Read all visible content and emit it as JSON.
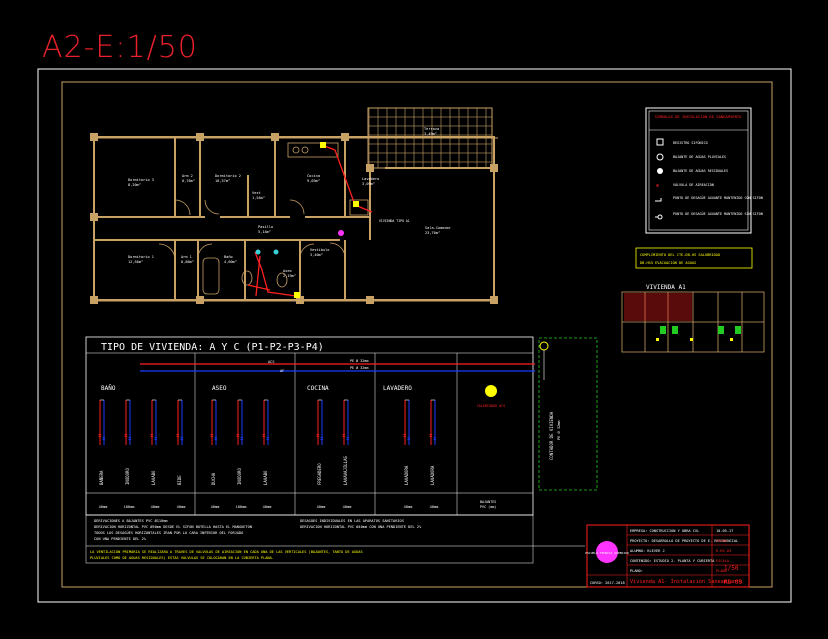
{
  "sheet": {
    "title": "A2-E:1/50"
  },
  "plan": {
    "rooms": [
      {
        "id": "dorm2",
        "name": "Dormitorio 2",
        "area": "10,57m²"
      },
      {
        "id": "dorm3",
        "name": "Dormitorio 3",
        "area": "8,20m²"
      },
      {
        "id": "arm2",
        "name": "Arm 2",
        "area": "0,76m²"
      },
      {
        "id": "vest",
        "name": "Vest",
        "area": "1,54m²"
      },
      {
        "id": "cocina",
        "name": "Cocina",
        "area": "9,03m²"
      },
      {
        "id": "lavadero",
        "name": "Lavadero",
        "area": "3,09m²"
      },
      {
        "id": "terraza",
        "name": "Terraza",
        "area": "3,49m²"
      },
      {
        "id": "pasillo",
        "name": "Pasillo",
        "area": "5,14m²"
      },
      {
        "id": "sala",
        "name": "Sala-Comedor",
        "area": "23,70m²"
      },
      {
        "id": "dorm1",
        "name": "Dormitorio 1",
        "area": "12,50m²"
      },
      {
        "id": "arm1",
        "name": "Arm 1",
        "area": "0,86m²"
      },
      {
        "id": "bano",
        "name": "Baño",
        "area": "4,60m²"
      },
      {
        "id": "aseo",
        "name": "Aseo",
        "area": "2,19m²"
      },
      {
        "id": "vestibulo",
        "name": "Vestíbulo",
        "area": "3,40m²"
      }
    ]
  },
  "legend": {
    "title": "SIMBOLOS DE INSTALACION DE SANEAMIENTO",
    "items": [
      {
        "icon": "registro-icon",
        "label": "REGISTRO SIFÓNICO"
      },
      {
        "icon": "bajante-pluviales-icon",
        "label": "BAJANTE DE AGUAS PLUVIALES"
      },
      {
        "icon": "bajante-residuales-icon",
        "label": "BAJANTE DE AGUAS RESIDUALES"
      },
      {
        "icon": "valvula-aireacion-icon",
        "label": "VÁLVULA DE AIREACIÓN"
      },
      {
        "icon": "punto-desague-icon",
        "label": "PUNTO DE DESAGÜE AGUANTE MANTENIDO CON SIFON"
      },
      {
        "icon": "punto-desague-2-icon",
        "label": "PUNTO DE DESAGÜE AGUANTE MANTENIDO SIN SIFON"
      }
    ],
    "note_title": "CUMPLIMIENTO DEL CTE-DB-HS SALUBRIDAD",
    "note_sub": "DB-HS5 EVACUACIÓN DE AGUAS"
  },
  "keyplan": {
    "title": "VIVIENDA A1"
  },
  "schema": {
    "title": "TIPO DE VIVIENDA: A Y C (P1-P2-P3-P4)",
    "supply": {
      "acs": "ACS",
      "af": "AF",
      "pipe_cold": "PE Ø 32mm",
      "pipe_hot": "PE Ø 32mm"
    },
    "groups": [
      {
        "id": "bano",
        "name": "BAÑO",
        "fixtures": [
          "BAÑERA",
          "INODORO",
          "LAVABO",
          "BIDE"
        ],
        "bases": [
          "40mm",
          "100mm",
          "40mm",
          "40mm"
        ]
      },
      {
        "id": "aseo",
        "name": "ASEO",
        "fixtures": [
          "DUCHA",
          "INODORO",
          "LAVABO"
        ],
        "bases": [
          "40mm",
          "100mm",
          "40mm"
        ]
      },
      {
        "id": "cocina",
        "name": "COCINA",
        "fixtures": [
          "FREGADERO",
          "LAVAVAJILLAS"
        ],
        "bases": [
          "40mm",
          "40mm"
        ]
      },
      {
        "id": "lavadero",
        "name": "LAVADERO",
        "fixtures": [
          "LAVADORA",
          "LAVADORA"
        ],
        "bases": [
          "40mm",
          "40mm"
        ]
      }
    ],
    "heater": {
      "label": "CALENTADOR ACS"
    },
    "meter": {
      "label": "CONTADOR DE VIVIENDA",
      "sub": "PE Ø 32mm"
    },
    "bajantes": {
      "label": "BAJANTES",
      "sub": "PVC (mm)"
    }
  },
  "notes": {
    "left": [
      "DERIVACIONES A BAJANTES PVC Ø110mm",
      "DERIVACION HORIZONTAL PVC Ø50mm DESDE EL SIFON BOTELLA HASTA EL MANGUETON",
      "TODOS LOS DESAGÜES HORIZONTALES IRAN POR LA CARA INFERIOR DEL FORJADO",
      "CON UNA PENDIENTE DEL 2%"
    ],
    "right": [
      "DESAGÜES INDIVIDUALES EN LAS APARATOS SANITARIOS",
      "DERIVACION HORIZONTAL PVC Ø40mm CON UNA PENDIENTE DEL 2%"
    ],
    "bottom": [
      "LA VENTILACION PRIMARIA SE REALIZARA A TRAVES DE VALVULAS DE AIREACION EN CADA UNA DE LAS VERTICALES (BAJANTES, TANTO DE AGUAS",
      "PLUVIALES COMO DE AGUAS RESIDUALES) ESTAS VALVULAS SE COLOCARAN EN LA CUBIERTA PLANA."
    ]
  },
  "titleblock": {
    "company_label": "EMPRESA",
    "company": "EMPRESA: CONSTRUCCION Y OBRA CVL",
    "project": "PROYECTO: DESARROLLO DE PROYECTO DE E. RESIDENCIAL",
    "student": "ALUMNO: KLEVER J",
    "content": "CONTENIDO: ESTUDIO 2. PLANTA Y CUBIERTA",
    "plane_label": "PLANO:",
    "plane_name": "Vivienda A1- Instalación Saneamiento",
    "date": "10-05-17",
    "date_label": "FECHA",
    "scale_label": "ESCALA",
    "scale": "1/50",
    "sheet_label": "PLANO",
    "sheet_no": "RS-05",
    "course": "CURSO: 2017-2018",
    "extra": "R-RS-03",
    "logo_text": "ESCUELA TECNICA SUPERIOR"
  },
  "colors": {
    "frame": "#ffffff",
    "wall": "#c8a165",
    "red": "#ff2020",
    "blue": "#1a3cff",
    "yellow": "#ffff00",
    "green": "#22cc22",
    "cyan": "#3ad0d8",
    "magenta": "#ff33ff"
  }
}
